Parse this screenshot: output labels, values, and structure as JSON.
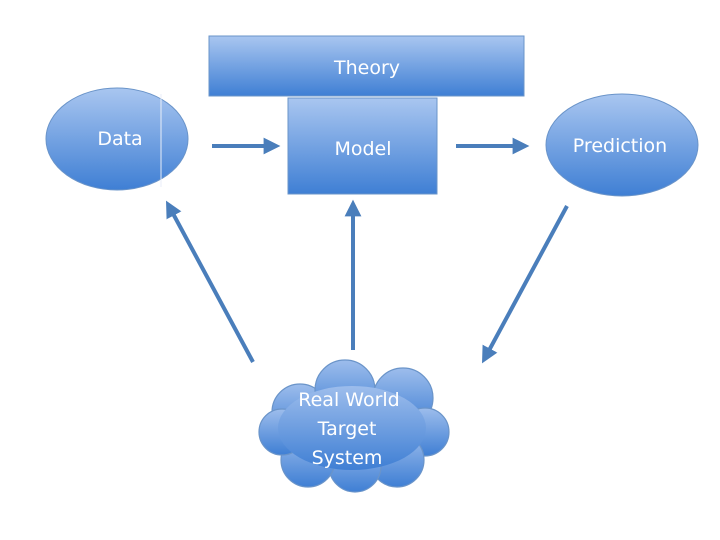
{
  "nodes": {
    "theory": {
      "label": "Theory"
    },
    "data": {
      "label": "Data"
    },
    "model": {
      "label": "Model"
    },
    "prediction": {
      "label": "Prediction"
    },
    "real_world": {
      "lines": [
        "Real World",
        "Target",
        "System"
      ]
    }
  },
  "colors": {
    "fill_top": "#a9c6f0",
    "fill_bottom": "#3f7fd4",
    "stroke": "#6a94c9",
    "arrow": "#4a7ebb",
    "label": "#ffffff"
  }
}
